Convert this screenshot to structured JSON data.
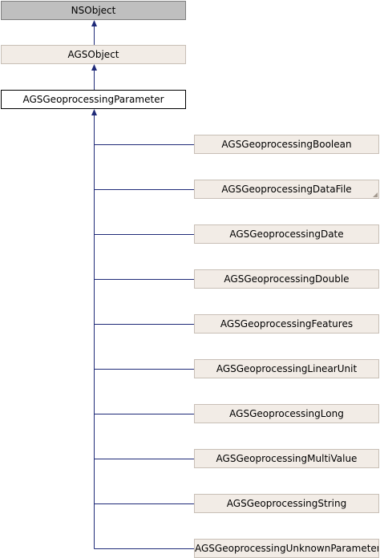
{
  "diagram": {
    "root": "NSObject",
    "parent": "AGSObject",
    "base": "AGSGeoprocessingParameter",
    "subclasses": [
      "AGSGeoprocessingBoolean",
      "AGSGeoprocessingDataFile",
      "AGSGeoprocessingDate",
      "AGSGeoprocessingDouble",
      "AGSGeoprocessingFeatures",
      "AGSGeoprocessingLinearUnit",
      "AGSGeoprocessingLong",
      "AGSGeoprocessingMultiValue",
      "AGSGeoprocessingString",
      "AGSGeoprocessingUnknownParameter"
    ],
    "truncated_subclass": "AGSGeoprocessingDataFile"
  },
  "colors": {
    "line": "#1f2a78",
    "root_fill": "#bfbfbf",
    "class_fill": "#f2ece6",
    "base_fill": "#ffffff"
  }
}
